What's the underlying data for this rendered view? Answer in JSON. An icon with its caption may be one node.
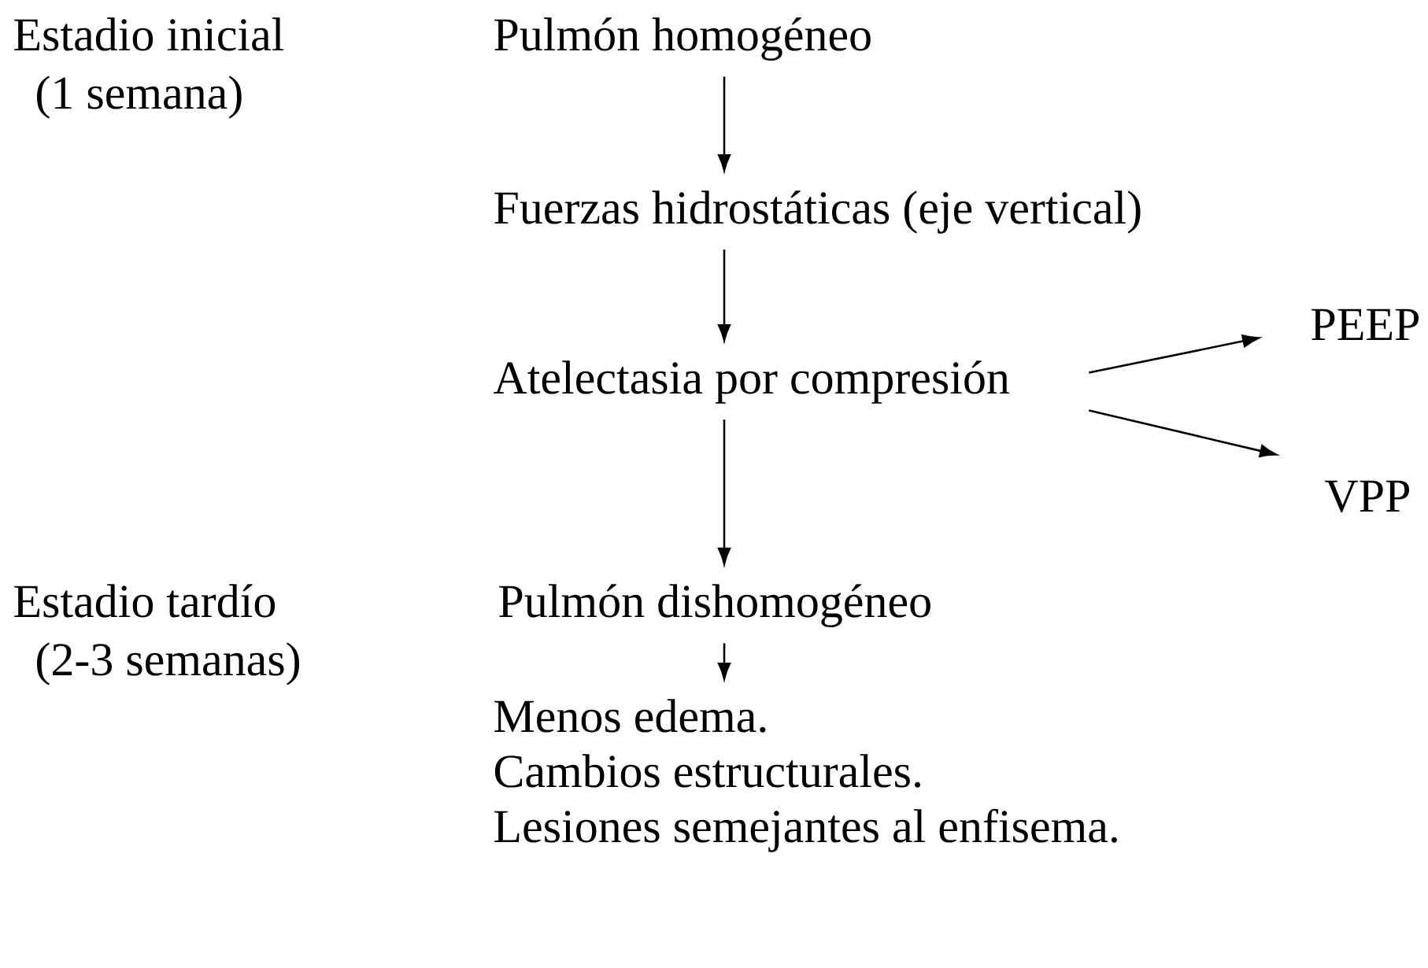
{
  "diagram": {
    "nodes": [
      {
        "text": [
          "Pulmón homogéneo"
        ]
      },
      {
        "text": [
          "Fuerzas hidrostáticas (eje vertical)"
        ]
      },
      {
        "text": [
          "Atelectasia por compresión"
        ]
      },
      {
        "text": [
          "PEEP"
        ]
      },
      {
        "text": [
          "VPP"
        ]
      },
      {
        "text": [
          "Pulmón dishomogéneo"
        ]
      },
      {
        "text": [
          "Menos edema.",
          "Cambios estructurales.",
          "Lesiones semejantes al enfisema."
        ]
      }
    ],
    "edges": [
      {
        "from": 0,
        "to": 1,
        "arrow": "to"
      },
      {
        "from": 1,
        "to": 2,
        "arrow": "to"
      },
      {
        "from": 2,
        "to": 3,
        "arrow": "to"
      },
      {
        "from": 2,
        "to": 4,
        "arrow": "to"
      },
      {
        "from": 2,
        "to": 5,
        "arrow": "to"
      },
      {
        "from": 5,
        "to": 6,
        "arrow": "to"
      }
    ],
    "labels": [
      "Estadio inicial",
      "(1 semana)",
      "Estadio tardío",
      "(2-3 semanas)"
    ]
  }
}
